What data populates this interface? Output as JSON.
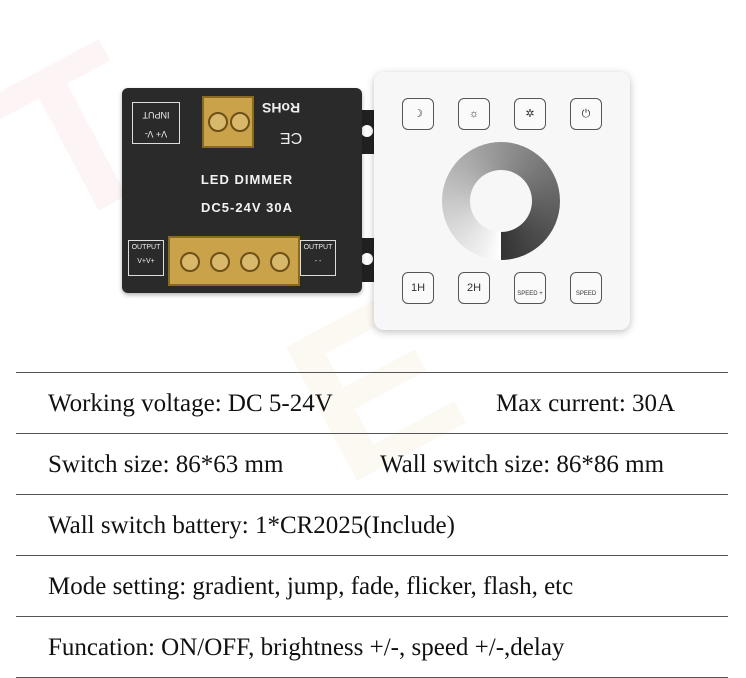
{
  "product": {
    "dimmer": {
      "title": "LED DIMMER",
      "spec": "DC5-24V  30A",
      "input_label": "INPUT",
      "input_pins": "V+  V-",
      "rohs": "RoHS",
      "ce": "CE",
      "output_label": "OUTPUT",
      "output_left_pins": "V+V+",
      "output_right_pins": "- -"
    },
    "wall_switch": {
      "buttons": [
        {
          "icon": "moon-icon",
          "glyph": "☽"
        },
        {
          "icon": "sun-icon",
          "glyph": "☼"
        },
        {
          "icon": "mode-icon",
          "glyph": "✲"
        },
        {
          "icon": "power-icon",
          "glyph": "⏻"
        }
      ],
      "bottom_buttons": [
        "1H",
        "2H",
        "SPEED +",
        "SPEED"
      ]
    }
  },
  "specs": [
    {
      "left": "Working voltage: DC 5-24V",
      "right": "Max current: 30A"
    },
    {
      "left": "Switch size: 86*63 mm",
      "right": "Wall switch size: 86*86 mm"
    },
    {
      "left": "Wall switch battery: 1*CR2025(Include)"
    },
    {
      "left": "Mode setting: gradient, jump, fade, flicker, flash, etc"
    },
    {
      "left": "Funcation: ON/OFF, brightness +/-, speed +/-,delay"
    }
  ]
}
